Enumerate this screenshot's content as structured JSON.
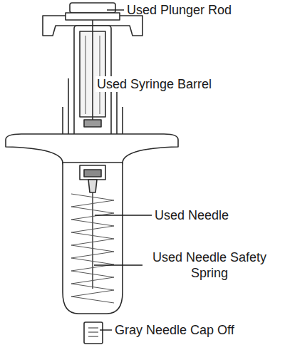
{
  "diagram": {
    "labels": [
      "Used Plunger Rod",
      "Used Syringe Barrel",
      "Used Needle",
      "Used Needle Safety Spring",
      "Gray Needle Cap Off"
    ]
  }
}
